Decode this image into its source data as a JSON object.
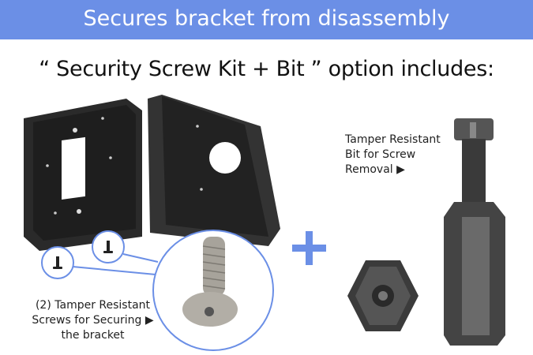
{
  "header": {
    "title": "Secures bracket from disassembly"
  },
  "subtitle": "“ Security Screw Kit + Bit ” option includes:",
  "bit_label": {
    "lines": [
      "Tamper Resistant",
      "Bit for Screw",
      "Removal ▶"
    ]
  },
  "screw_label": {
    "lines": [
      "(2) Tamper Resistant",
      "Screws for Securing ▶",
      "the bracket"
    ]
  },
  "colors": {
    "accent": "#6b8fe6",
    "bracket": "#262626"
  }
}
